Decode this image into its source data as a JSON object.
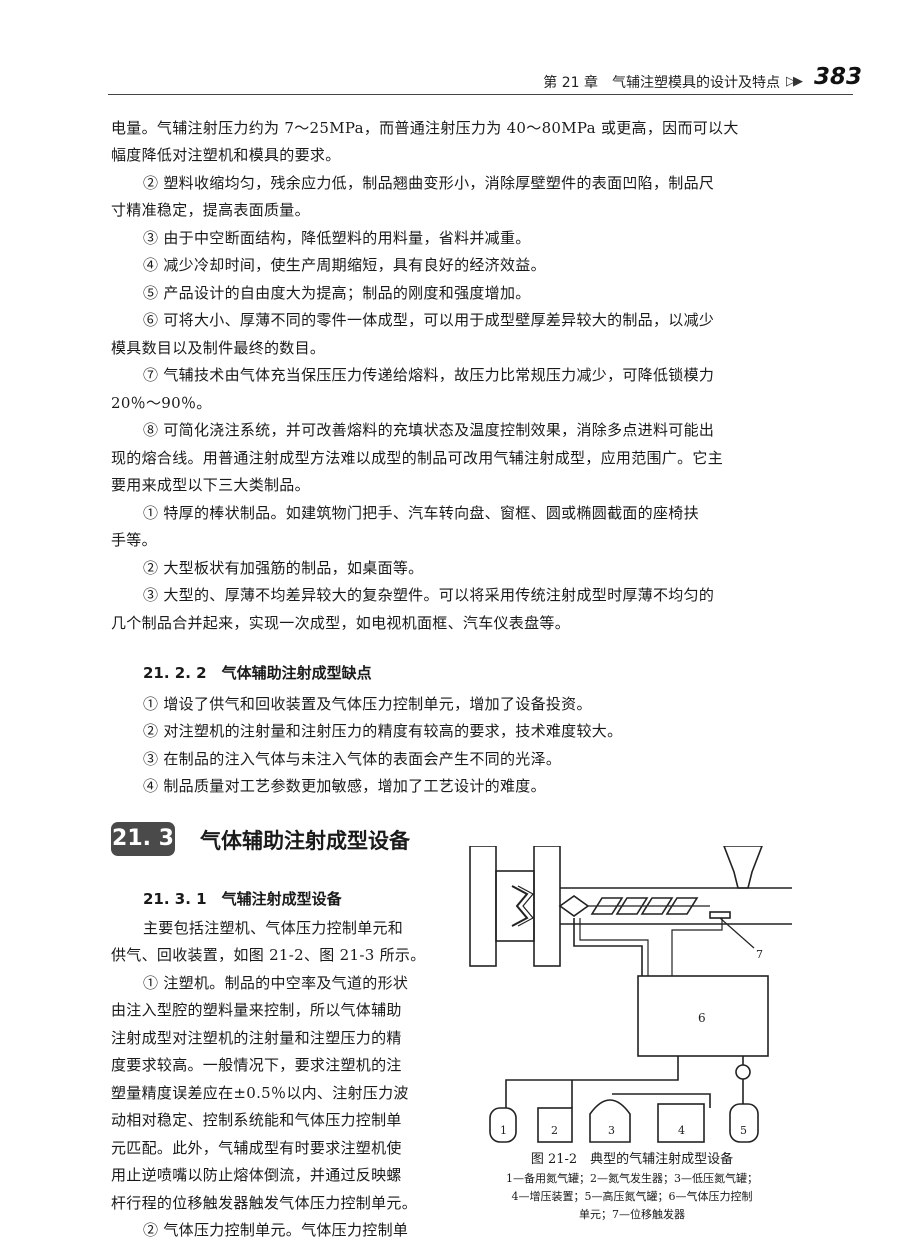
{
  "header": {
    "chapter": "第 21 章　气辅注塑模具的设计及特点",
    "arrows": "▷▶",
    "page_number": "383"
  },
  "paragraphs": [
    "电量。气辅注射压力约为 7～25MPa，而普通注射压力为 40～80MPa 或更高，因而可以大",
    "幅度降低对注塑机和模具的要求。",
    "② 塑料收缩均匀，残余应力低，制品翘曲变形小，消除厚壁塑件的表面凹陷，制品尺",
    "寸精准稳定，提高表面质量。",
    "③ 由于中空断面结构，降低塑料的用料量，省料并减重。",
    "④ 减少冷却时间，使生产周期缩短，具有良好的经济效益。",
    "⑤ 产品设计的自由度大为提高；制品的刚度和强度增加。",
    "⑥ 可将大小、厚薄不同的零件一体成型，可以用于成型壁厚差异较大的制品，以减少",
    "模具数目以及制件最终的数目。",
    "⑦ 气辅技术由气体充当保压压力传递给熔料，故压力比常规压力减少，可降低锁模力",
    "20％～90％。",
    "⑧ 可简化浇注系统，并可改善熔料的充填状态及温度控制效果，消除多点进料可能出",
    "现的熔合线。用普通注射成型方法难以成型的制品可改用气辅注射成型，应用范围广。它主",
    "要用来成型以下三大类制品。",
    "① 特厚的棒状制品。如建筑物门把手、汽车转向盘、窗框、圆或椭圆截面的座椅扶",
    "手等。",
    "② 大型板状有加强筋的制品，如桌面等。",
    "③ 大型的、厚薄不均差异较大的复杂塑件。可以将采用传统注射成型时厚薄不均匀的",
    "几个制品合并起来，实现一次成型，如电视机面框、汽车仪表盘等。"
  ],
  "subsection_1": {
    "title": "21. 2. 2　气体辅助注射成型缺点",
    "items": [
      "① 增设了供气和回收装置及气体压力控制单元，增加了设备投资。",
      "② 对注塑机的注射量和注射压力的精度有较高的要求，技术难度较大。",
      "③ 在制品的注入气体与未注入气体的表面会产生不同的光泽。",
      "④ 制品质量对工艺参数更加敏感，增加了工艺设计的难度。"
    ]
  },
  "section": {
    "number": "21. 3",
    "title": "气体辅助注射成型设备"
  },
  "subsection_2": {
    "title": "21. 3. 1　气辅注射成型设备",
    "lines": [
      "主要包括注塑机、气体压力控制单元和",
      "供气、回收装置，如图 21-2、图 21-3 所示。",
      "① 注塑机。制品的中空率及气道的形状",
      "由注入型腔的塑料量来控制，所以气体辅助",
      "注射成型对注塑机的注射量和注塑压力的精",
      "度要求较高。一般情况下，要求注塑机的注",
      "塑量精度误差应在±0.5％以内、注射压力波",
      "动相对稳定、控制系统能和气体压力控制单",
      "元匹配。此外，气辅成型有时要求注塑机使",
      "用止逆喷嘴以防止熔体倒流，并通过反映螺",
      "杆行程的位移触发器触发气体压力控制单元。",
      "② 气体压力控制单元。气体压力控制单"
    ]
  },
  "figure": {
    "labels": {
      "n1": "1",
      "n2": "2",
      "n3": "3",
      "n4": "4",
      "n5": "5",
      "n6": "6",
      "n7": "7"
    },
    "caption": "图 21-2　典型的气辅注射成型设备",
    "legend": [
      "1—备用氮气罐；2—氮气发生器；3—低压氮气罐；",
      "4—增压装置；5—高压氮气罐；6—气体压力控制",
      "单元；7—位移触发器"
    ]
  }
}
